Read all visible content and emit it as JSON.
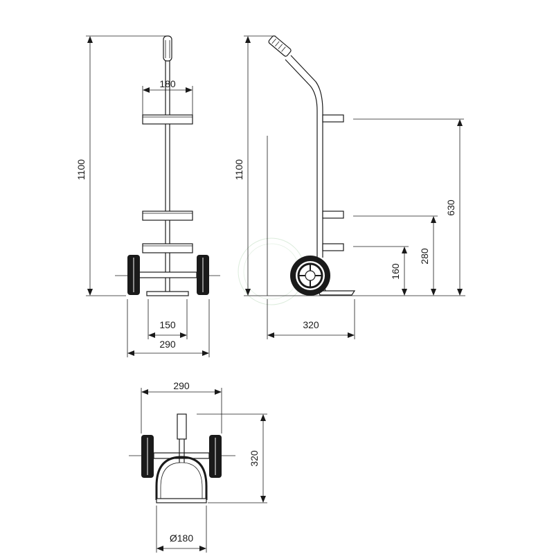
{
  "dimensions": {
    "front_height": "1100",
    "front_plate_width": "180",
    "front_axle_inner": "150",
    "front_overall_width": "290",
    "side_height": "1100",
    "side_upper_bracket": "630",
    "side_middle_bracket": "280",
    "side_lower_bracket": "160",
    "side_depth": "320",
    "top_width": "290",
    "top_depth": "320",
    "top_cylinder_diameter": "Ø180"
  },
  "colors": {
    "line": "#1a1a1a",
    "background": "#ffffff",
    "watermark": "#d4e8d4"
  }
}
